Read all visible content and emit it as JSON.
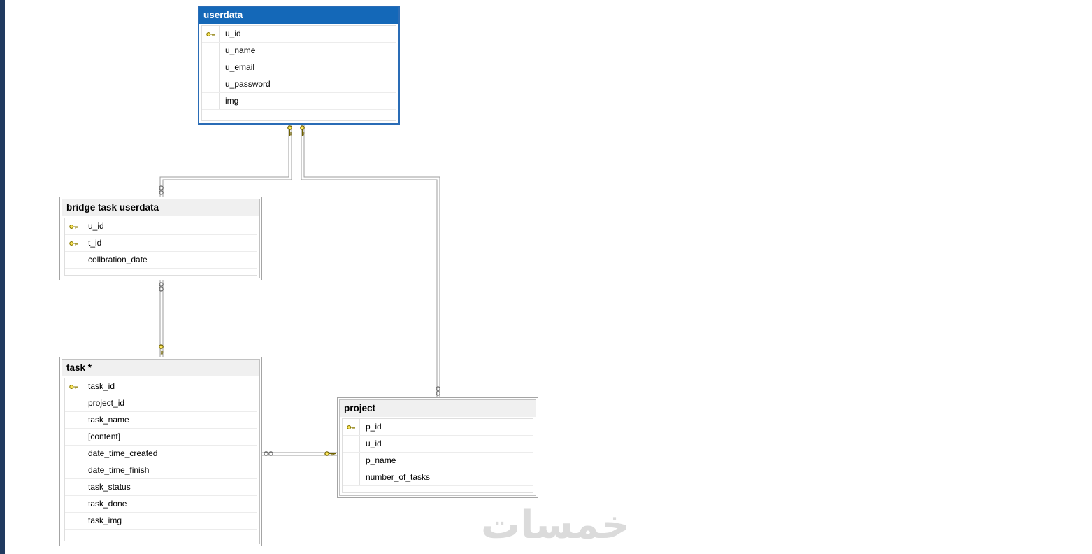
{
  "watermark": {
    "text": "خمسات"
  },
  "colors": {
    "selected_header": "#1468b8",
    "selected_border": "#2a6cb6",
    "table_border": "#a4a4a4",
    "table_header_bg": "#f0f0f0",
    "key_icon": "#ffe95e",
    "left_strip": "#203a60",
    "watermark": "#dbdbdb"
  },
  "tables": [
    {
      "title": "userdata",
      "selected": true,
      "fields": [
        {
          "name": "u_id",
          "pk": true
        },
        {
          "name": "u_name",
          "pk": false
        },
        {
          "name": "u_email",
          "pk": false
        },
        {
          "name": "u_password",
          "pk": false
        },
        {
          "name": "img",
          "pk": false
        }
      ]
    },
    {
      "title": "bridge task userdata",
      "selected": false,
      "fields": [
        {
          "name": "u_id",
          "pk": true
        },
        {
          "name": "t_id",
          "pk": true
        },
        {
          "name": "collbration_date",
          "pk": false
        }
      ]
    },
    {
      "title": "task *",
      "selected": false,
      "fields": [
        {
          "name": "task_id",
          "pk": true
        },
        {
          "name": "project_id",
          "pk": false
        },
        {
          "name": "task_name",
          "pk": false
        },
        {
          "name": "[content]",
          "pk": false
        },
        {
          "name": "date_time_created",
          "pk": false
        },
        {
          "name": "date_time_finish",
          "pk": false
        },
        {
          "name": "task_status",
          "pk": false
        },
        {
          "name": "task_done",
          "pk": false
        },
        {
          "name": "task_img",
          "pk": false
        }
      ]
    },
    {
      "title": "project",
      "selected": false,
      "fields": [
        {
          "name": "p_id",
          "pk": true
        },
        {
          "name": "u_id",
          "pk": false
        },
        {
          "name": "p_name",
          "pk": false
        },
        {
          "name": "number_of_tasks",
          "pk": false
        }
      ]
    }
  ],
  "relationships": [
    {
      "one_side": "userdata",
      "many_side": "bridge task userdata"
    },
    {
      "one_side": "userdata",
      "many_side": "project"
    },
    {
      "one_side": "task *",
      "many_side": "bridge task userdata"
    },
    {
      "one_side": "project",
      "many_side": "task *"
    }
  ]
}
